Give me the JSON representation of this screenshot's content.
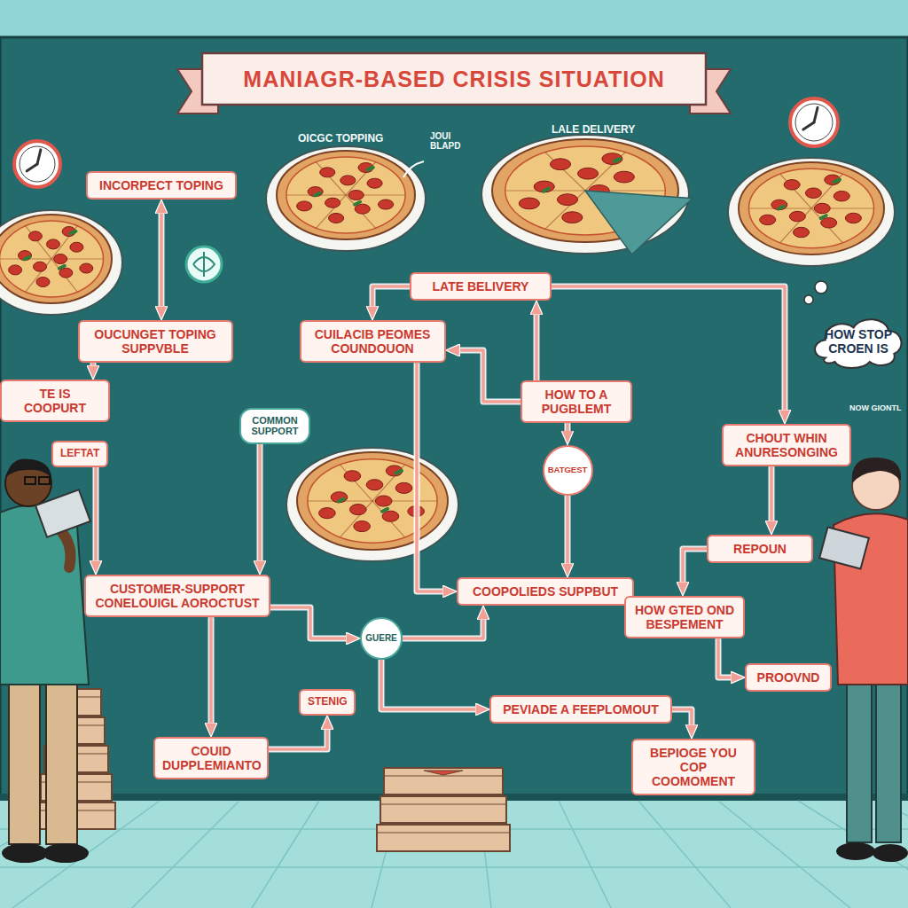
{
  "diagram": {
    "title": "MANIAGR-BASED CRISIS SITUATION",
    "nodes": [
      {
        "text": [
          "INCORPECT TOPING"
        ]
      },
      {
        "text": [
          "LATE BELIVERY"
        ]
      },
      {
        "text": [
          "OUCUNGET TOPING SUPPVBLE"
        ]
      },
      {
        "text": [
          "CUILACIB PEOMES COUNDOUON"
        ]
      },
      {
        "text": [
          "HOW STOP CROEN IS"
        ]
      },
      {
        "text": [
          "HOW TO A PUGBLEMT"
        ]
      },
      {
        "text": [
          "TE IS COOPURT"
        ]
      },
      {
        "text": [
          "COMMON SUPPORT"
        ]
      },
      {
        "text": [
          "CHOUT WHIN ANURESONGING"
        ]
      },
      {
        "text": [
          "LEFTAT"
        ]
      },
      {
        "text": [
          "BATGEST"
        ]
      },
      {
        "text": [
          "REPOUN"
        ]
      },
      {
        "text": [
          "CUSTOMER-SUPPORT CONELOUIGL AOROCTUST"
        ]
      },
      {
        "text": [
          "COOPOLIEDS SUPPBUT"
        ]
      },
      {
        "text": [
          "HOW GTED OND BESPEMENT"
        ]
      },
      {
        "text": [
          "GUERE"
        ]
      },
      {
        "text": [
          "PROOVND"
        ]
      },
      {
        "text": [
          "STENIG"
        ]
      },
      {
        "text": [
          "PEVIADE A FEEPLOMOUT"
        ]
      },
      {
        "text": [
          "COUID DUPPLEMIANTO"
        ]
      },
      {
        "text": [
          "BEPIOGE YOU COP COOMOMENT"
        ]
      }
    ],
    "edges": [
      {
        "from": 0,
        "to": 2,
        "arrow": "both"
      },
      {
        "from": 2,
        "to": 6,
        "arrow": "to"
      },
      {
        "from": 1,
        "to": 3,
        "arrow": "to"
      },
      {
        "from": 5,
        "to": 3,
        "arrow": "to"
      },
      {
        "from": 1,
        "to": 8,
        "arrow": "to"
      },
      {
        "from": 5,
        "to": 1,
        "arrow": "to"
      },
      {
        "from": 5,
        "to": 10,
        "arrow": "to"
      },
      {
        "from": 10,
        "to": 13,
        "arrow": "to"
      },
      {
        "from": 3,
        "to": 13,
        "arrow": "to"
      },
      {
        "from": 7,
        "to": 12,
        "arrow": "to"
      },
      {
        "from": 9,
        "to": 12,
        "arrow": "to"
      },
      {
        "from": 12,
        "to": 15,
        "arrow": "to"
      },
      {
        "from": 15,
        "to": 13,
        "arrow": "to"
      },
      {
        "from": 15,
        "to": 18,
        "arrow": "to"
      },
      {
        "from": 12,
        "to": 19,
        "arrow": "to"
      },
      {
        "from": 19,
        "to": 17,
        "arrow": "to"
      },
      {
        "from": 8,
        "to": 11,
        "arrow": "to"
      },
      {
        "from": 11,
        "to": 14,
        "arrow": "to"
      },
      {
        "from": 14,
        "to": 16,
        "arrow": "to"
      },
      {
        "from": 18,
        "to": 20,
        "arrow": "to"
      }
    ],
    "labels": [
      "OICGC TOPPING",
      "LALE DELIVERY",
      "JOUI BLAPD",
      "NOW GIONTL"
    ]
  }
}
